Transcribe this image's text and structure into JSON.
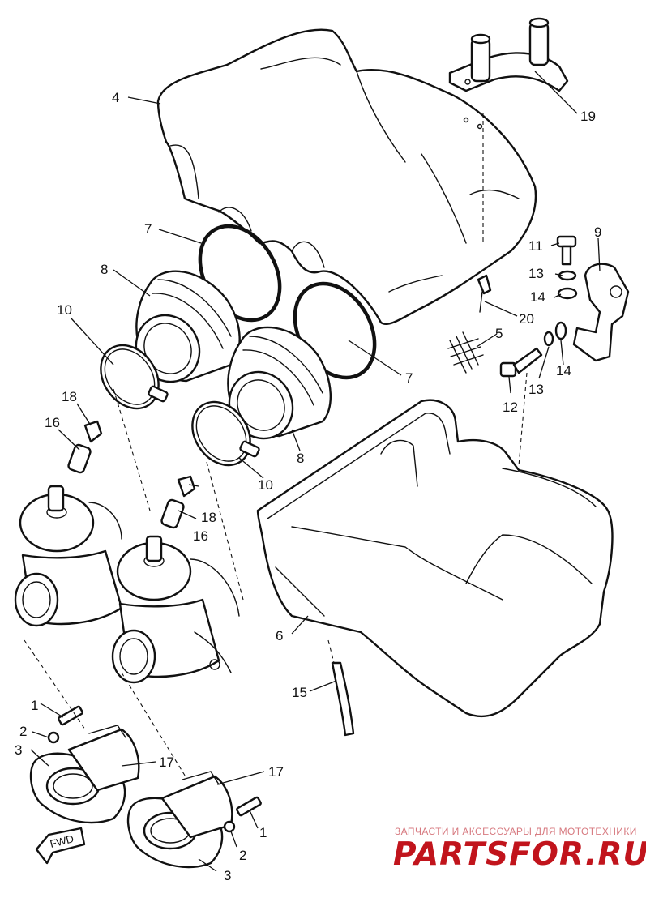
{
  "diagram": {
    "callouts": {
      "c1a": "1",
      "c1b": "1",
      "c2a": "2",
      "c2b": "2",
      "c3a": "3",
      "c3b": "3",
      "c4": "4",
      "c5": "5",
      "c6": "6",
      "c7a": "7",
      "c7b": "7",
      "c8a": "8",
      "c8b": "8",
      "c9": "9",
      "c10a": "10",
      "c10b": "10",
      "c11": "11",
      "c12": "12",
      "c13a": "13",
      "c13b": "13",
      "c14a": "14",
      "c14b": "14",
      "c15": "15",
      "c16a": "16",
      "c16b": "16",
      "c17a": "17",
      "c17b": "17",
      "c18a": "18",
      "c18b": "18",
      "c19": "19",
      "c20": "20"
    },
    "fwd_label": "FWD"
  },
  "watermark": {
    "tagline": "ЗАПЧАСТИ И АКСЕССУАРЫ ДЛЯ МОТОТЕХНИКИ",
    "brand": "PARTSFOR.RU",
    "tagline_color": "#d77a80",
    "brand_color": "#c1141c"
  }
}
